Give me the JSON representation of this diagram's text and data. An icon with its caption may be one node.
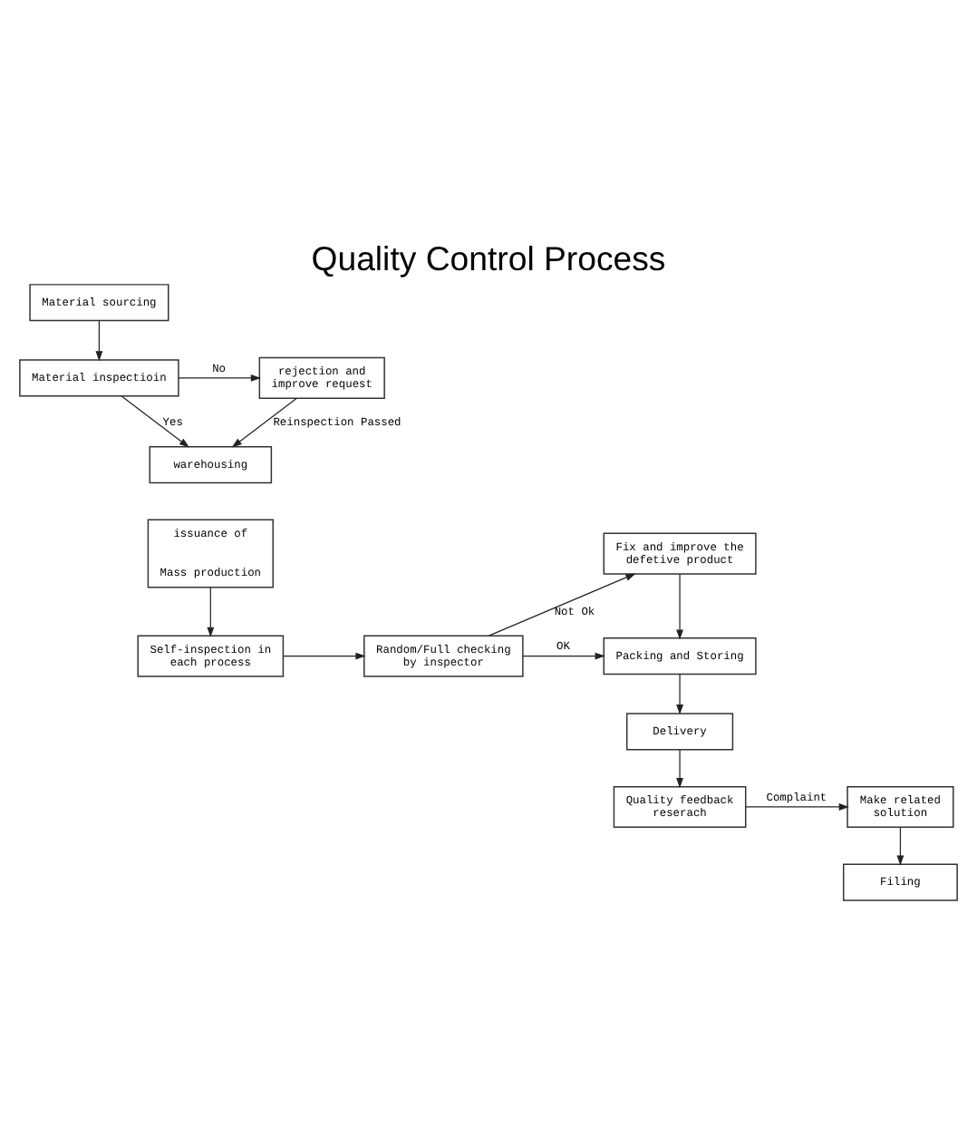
{
  "diagram": {
    "title": "Quality Control Process",
    "nodes": [
      {
        "text": [
          "Material sourcing"
        ]
      },
      {
        "text": [
          "Material inspectioin"
        ]
      },
      {
        "text": [
          "rejection and improve request"
        ]
      },
      {
        "text": [
          "warehousing"
        ]
      },
      {
        "text": [
          "issuance of",
          "Mass production"
        ]
      },
      {
        "text": [
          "Fix and improve the defetive product"
        ]
      },
      {
        "text": [
          "Self-inspection in each process"
        ]
      },
      {
        "text": [
          "Random/Full checking by inspector"
        ]
      },
      {
        "text": [
          "Packing and Storing"
        ]
      },
      {
        "text": [
          "Delivery"
        ]
      },
      {
        "text": [
          "Make related solution"
        ]
      },
      {
        "text": [
          "Quality feedback reserach"
        ]
      },
      {
        "text": [
          "Filing"
        ]
      }
    ],
    "edges": [
      {
        "from": 0,
        "to": 1,
        "arrow": "to"
      },
      {
        "from": 1,
        "to": 2,
        "arrow": "to",
        "label": "No"
      },
      {
        "from": 1,
        "to": 3,
        "arrow": "to",
        "label": "Yes"
      },
      {
        "from": 2,
        "to": 3,
        "arrow": "to",
        "label": "Reinspection Passed"
      },
      {
        "from": 4,
        "to": 6,
        "arrow": "to"
      },
      {
        "from": 6,
        "to": 7,
        "arrow": "to"
      },
      {
        "from": 7,
        "to": 5,
        "arrow": "to",
        "label": "Not Ok"
      },
      {
        "from": 7,
        "to": 8,
        "arrow": "to",
        "label": "OK"
      },
      {
        "from": 5,
        "to": 8,
        "arrow": "to"
      },
      {
        "from": 8,
        "to": 9,
        "arrow": "to"
      },
      {
        "from": 9,
        "to": 11,
        "arrow": "to"
      },
      {
        "from": 11,
        "to": 10,
        "arrow": "to",
        "label": "Complaint"
      },
      {
        "from": 10,
        "to": 12,
        "arrow": "to"
      }
    ]
  }
}
